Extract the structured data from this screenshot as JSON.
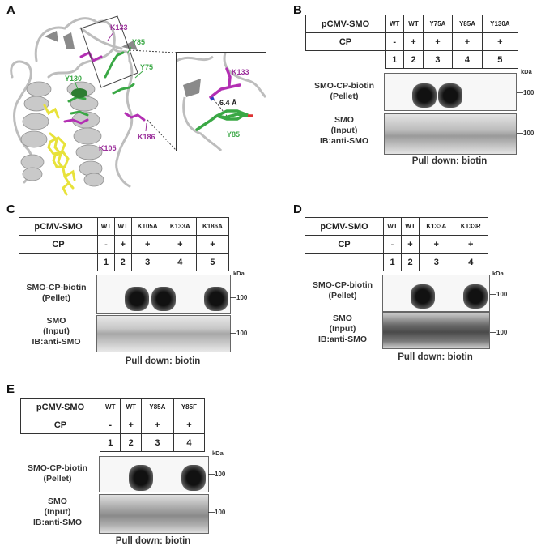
{
  "figure": {
    "panels": {
      "A": {
        "letter": "A",
        "residue_labels": {
          "K133": "K133",
          "Y85": "Y85",
          "Y75": "Y75",
          "Y130": "Y130",
          "K105": "K105",
          "K186": "K186"
        },
        "inset": {
          "K133": "K133",
          "Y85": "Y85",
          "distance": "6.4 Å"
        },
        "colors": {
          "lysine": "#9b2f9b",
          "tyrosine": "#3aa845",
          "ligand": "#e8e23a",
          "backbone": "#bdbdbd"
        }
      },
      "B": {
        "letter": "B",
        "header_label": "pCMV-SMO",
        "cp_label": "CP",
        "constructs": [
          "WT",
          "WT",
          "Y75A",
          "Y85A",
          "Y130A"
        ],
        "cp": [
          "-",
          "+",
          "+",
          "+",
          "+"
        ],
        "lanes": [
          "1",
          "2",
          "3",
          "4",
          "5"
        ],
        "kda": "kDa",
        "marker": "100",
        "pellet_label_1": "SMO-CP-biotin",
        "pellet_label_2": "(Pellet)",
        "input_label_1": "SMO",
        "input_label_2": "(Input)",
        "input_label_3": "IB:anti-SMO",
        "pulldown": "Pull down: biotin",
        "pellet_signal": [
          0,
          1,
          1,
          0,
          0
        ]
      },
      "C": {
        "letter": "C",
        "header_label": "pCMV-SMO",
        "cp_label": "CP",
        "constructs": [
          "WT",
          "WT",
          "K105A",
          "K133A",
          "K186A"
        ],
        "cp": [
          "-",
          "+",
          "+",
          "+",
          "+"
        ],
        "lanes": [
          "1",
          "2",
          "3",
          "4",
          "5"
        ],
        "kda": "kDa",
        "marker": "100",
        "pellet_label_1": "SMO-CP-biotin",
        "pellet_label_2": "(Pellet)",
        "input_label_1": "SMO",
        "input_label_2": "(Input)",
        "input_label_3": "IB:anti-SMO",
        "pulldown": "Pull down: biotin",
        "pellet_signal": [
          0,
          1,
          1,
          0,
          1
        ]
      },
      "D": {
        "letter": "D",
        "header_label": "pCMV-SMO",
        "cp_label": "CP",
        "constructs": [
          "WT",
          "WT",
          "K133A",
          "K133R"
        ],
        "cp": [
          "-",
          "+",
          "+",
          "+"
        ],
        "lanes": [
          "1",
          "2",
          "3",
          "4"
        ],
        "kda": "kDa",
        "marker": "100",
        "pellet_label_1": "SMO-CP-biotin",
        "pellet_label_2": "(Pellet)",
        "input_label_1": "SMO",
        "input_label_2": "(Input)",
        "input_label_3": "IB:anti-SMO",
        "pulldown": "Pull down: biotin",
        "pellet_signal": [
          0,
          1,
          0,
          1
        ]
      },
      "E": {
        "letter": "E",
        "header_label": "pCMV-SMO",
        "cp_label": "CP",
        "constructs": [
          "WT",
          "WT",
          "Y85A",
          "Y85F"
        ],
        "cp": [
          "-",
          "+",
          "+",
          "+"
        ],
        "lanes": [
          "1",
          "2",
          "3",
          "4"
        ],
        "kda": "kDa",
        "marker": "100",
        "pellet_label_1": "SMO-CP-biotin",
        "pellet_label_2": "(Pellet)",
        "input_label_1": "SMO",
        "input_label_2": "(Input)",
        "input_label_3": "IB:anti-SMO",
        "pulldown": "Pull down: biotin",
        "pellet_signal": [
          0,
          1,
          0,
          1
        ]
      }
    }
  }
}
